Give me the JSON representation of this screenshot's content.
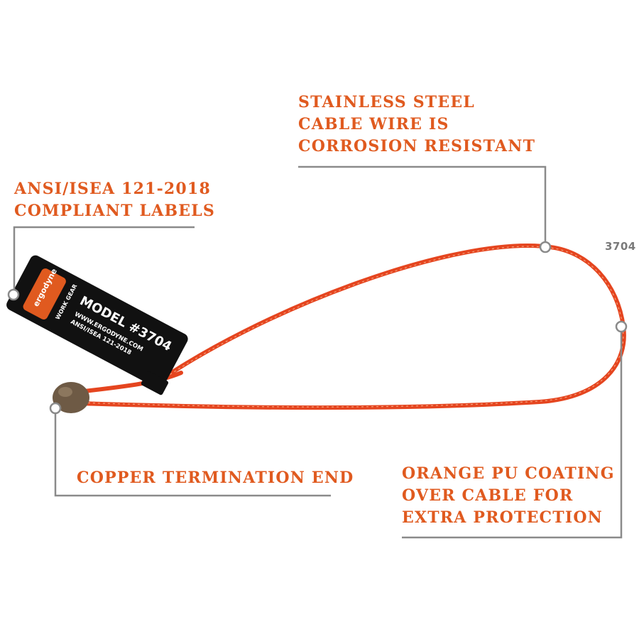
{
  "colors": {
    "callout_text": "#e05a1f",
    "leader_line": "#8a8a8a",
    "cable": "#e5451f",
    "cable_highlight": "#f4a07a",
    "tag": "#111111",
    "copper": "#6e5a45",
    "model_code_text": "#7a7a7a"
  },
  "callouts": {
    "steel": [
      "STAINLESS STEEL",
      "CABLE WIRE IS",
      "CORROSION RESISTANT"
    ],
    "ansi": [
      "ANSI/ISEA 121-2018",
      "COMPLIANT LABELS"
    ],
    "copper": [
      "COPPER TERMINATION END"
    ],
    "orange": [
      "ORANGE PU COATING",
      "OVER CABLE FOR",
      "EXTRA PROTECTION"
    ]
  },
  "model_code": "3704",
  "tag": {
    "brand": "ergodyne",
    "line": "WORK GEAR",
    "model": "MODEL #3704",
    "website": "WWW.ERGODYNE.COM",
    "standard": "ANSI/ISEA 121-2018"
  }
}
